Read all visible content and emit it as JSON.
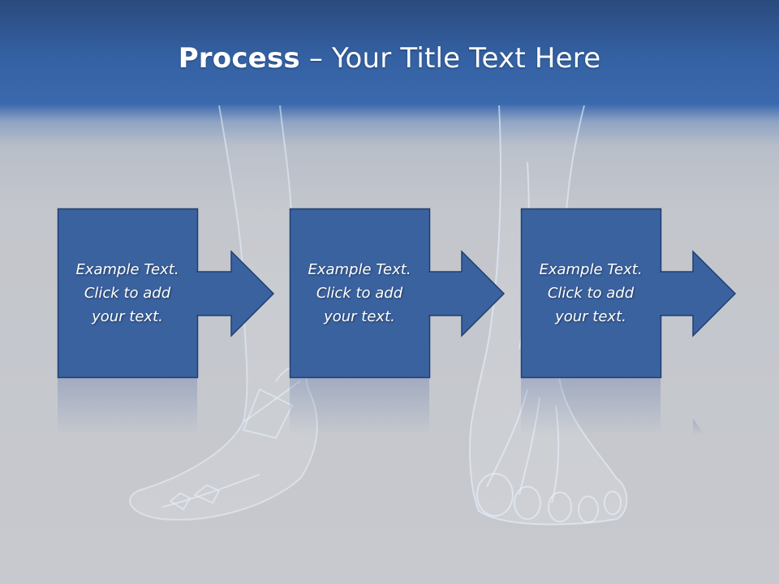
{
  "slide": {
    "title_bold": "Process",
    "title_rest": " – Your Title Text Here",
    "steps": [
      {
        "line1": "Example Text.",
        "line2": "Click  to add",
        "line3": "your text."
      },
      {
        "line1": "Example Text.",
        "line2": "Click  to add",
        "line3": "your text."
      },
      {
        "line1": "Example Text.",
        "line2": "Click  to add",
        "line3": "your text."
      }
    ]
  },
  "colors": {
    "box_fill": "#3a629f",
    "box_stroke": "#1f3f70",
    "title_text": "#ffffff",
    "header_blue": "#3461a3"
  },
  "icons": {
    "arrow": "right-arrow-icon",
    "background": "x-ray-feet-illustration"
  }
}
